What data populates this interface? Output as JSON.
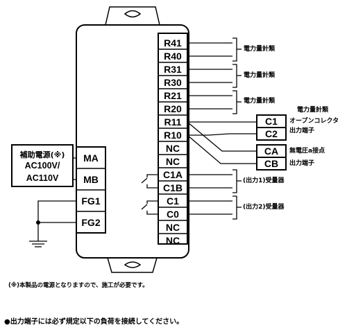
{
  "terminals_main": [
    "R41",
    "R40",
    "R31",
    "R30",
    "R21",
    "R20",
    "R11",
    "R10",
    "NC",
    "NC",
    "C1A",
    "C1B",
    "C1",
    "C0",
    "NC",
    "NC"
  ],
  "terminals_left": [
    "MA",
    "MB",
    "FG1",
    "FG2"
  ],
  "terminals_outer": [
    "C1",
    "C2",
    "CA",
    "CB"
  ],
  "labels": {
    "power_meter": "電力量計類",
    "open_collector": "オープンコレクタ",
    "output_terminal": "出力端子",
    "no_voltage_a": "無電圧a接点",
    "output1_receiver": "(出力1)受量器",
    "output2_receiver": "(出力2)受量器"
  },
  "aux_power": {
    "title": "補助電源(※)",
    "line1": "AC100V/",
    "line2": "AC110V"
  },
  "notes": {
    "footnote": "(※)本製品の電源となりますので、施工が必要です。",
    "bullet": "●出力端子には必ず規定以下の負荷を接続してください。"
  }
}
